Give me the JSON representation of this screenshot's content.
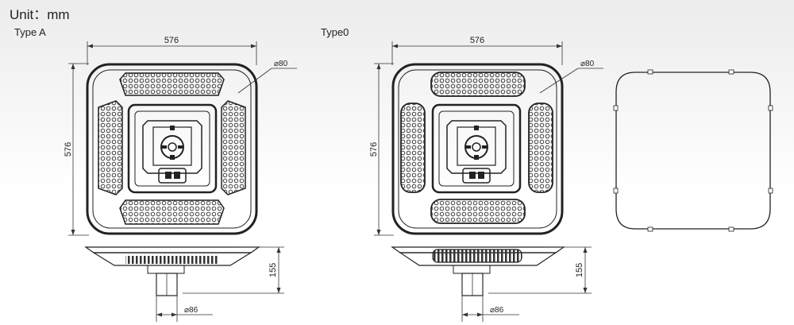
{
  "unit_label": "Unit：mm",
  "type_a": {
    "label": "Type A",
    "width_dim": "576",
    "height_dim": "576",
    "hole_dim": "⌀80",
    "side_height_dim": "155",
    "pole_dim": "⌀86"
  },
  "type_0": {
    "label": "Type0",
    "width_dim": "576",
    "height_dim": "576",
    "hole_dim": "⌀80",
    "side_height_dim": "155",
    "pole_dim": "⌀86"
  }
}
